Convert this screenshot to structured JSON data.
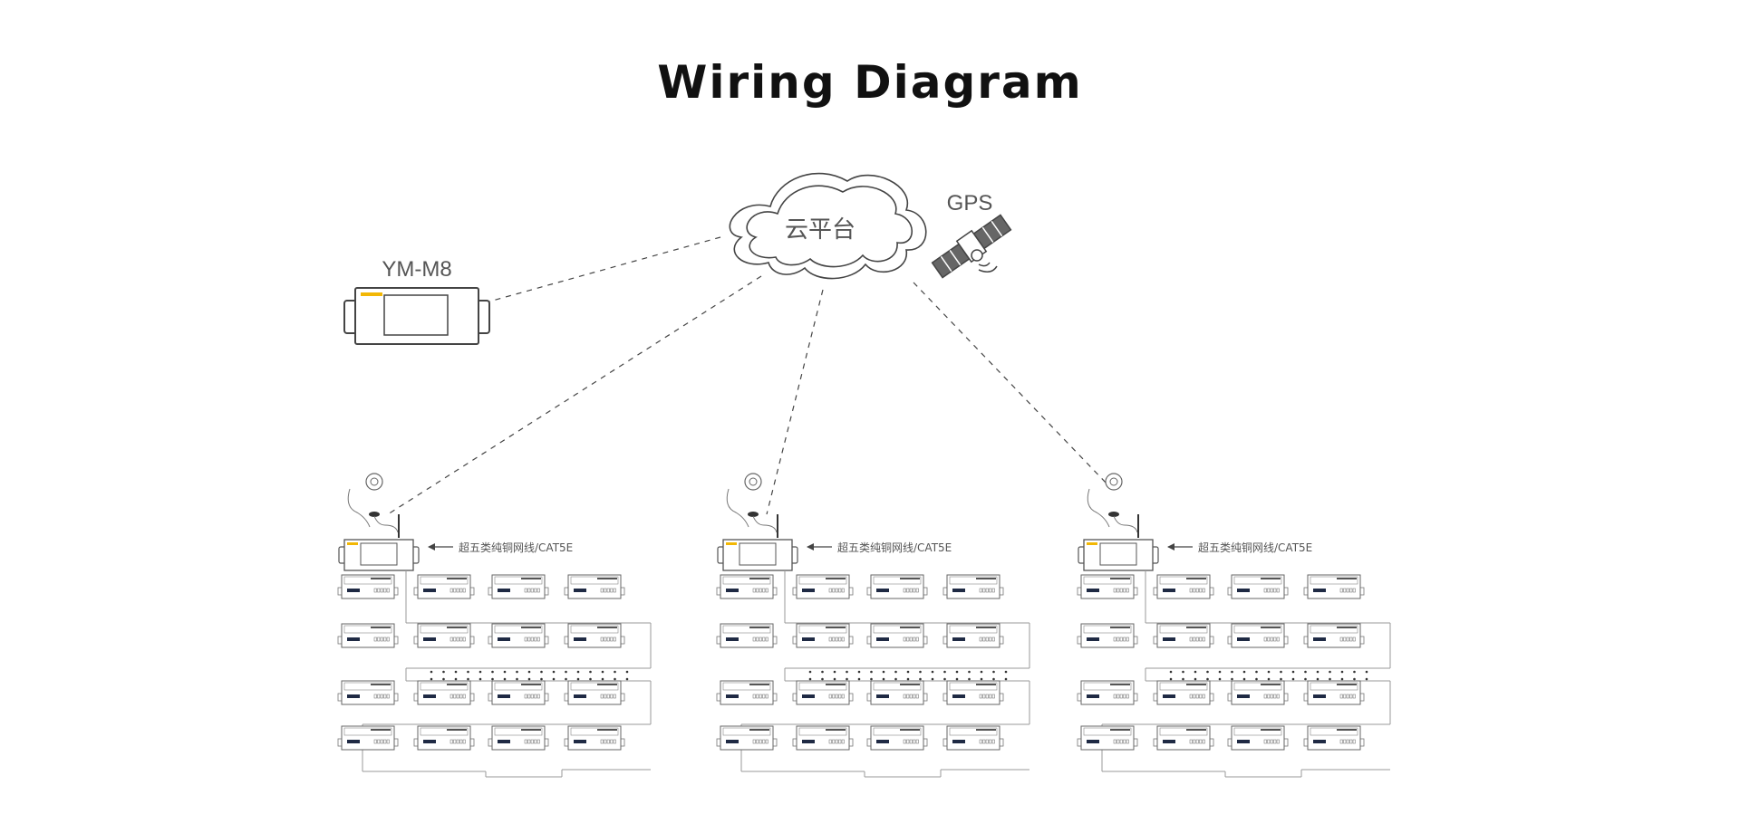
{
  "title": "Wiring Diagram",
  "cloud": {
    "label": "云平台",
    "icon": "cloud-icon"
  },
  "gps": {
    "label": "GPS",
    "icon": "satellite-icon"
  },
  "monitor": {
    "label": "YM-M8",
    "icon": "monitor-device-icon"
  },
  "clusters": [
    {
      "cable_label": "超五类纯铜网线/CAT5E",
      "gateway_icon": "gateway-icon",
      "antenna_icon": "gps-antenna-icon"
    },
    {
      "cable_label": "超五类纯铜网线/CAT5E",
      "gateway_icon": "gateway-icon",
      "antenna_icon": "gps-antenna-icon"
    },
    {
      "cable_label": "超五类纯铜网线/CAT5E",
      "gateway_icon": "gateway-icon",
      "antenna_icon": "gps-antenna-icon"
    }
  ],
  "colors": {
    "line": "#444444",
    "wire": "#9a9a9a",
    "accent": "#f2b705",
    "screen": "#1f2a44"
  }
}
